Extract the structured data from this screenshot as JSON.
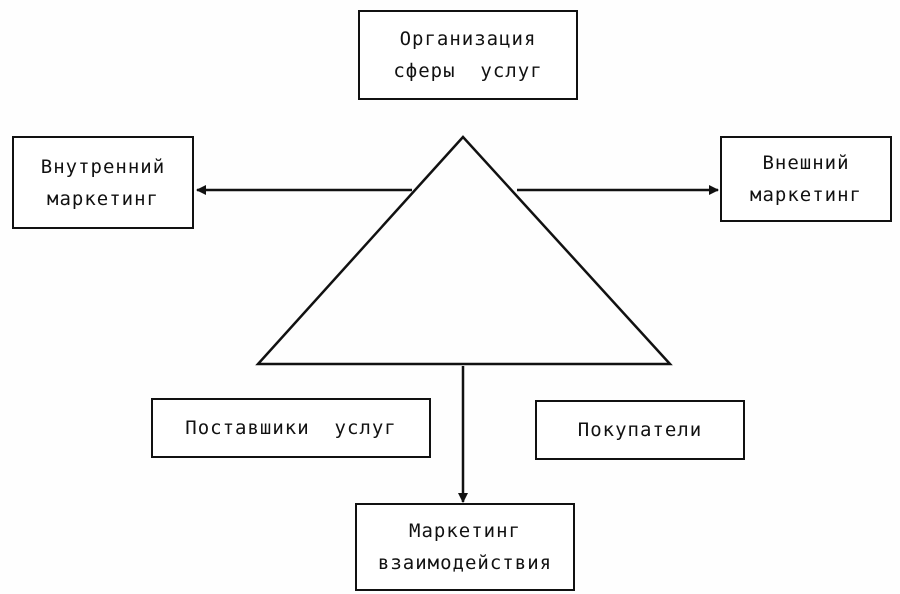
{
  "diagram": {
    "top_box": {
      "line1": "Организация",
      "line2": "сферы  услуг"
    },
    "internal_box": {
      "line1": "Внутренний",
      "line2": "маркетинг"
    },
    "external_box": {
      "line1": "Внешний",
      "line2": "маркетинг"
    },
    "suppliers_box": {
      "label": "Поставшики  услуг"
    },
    "buyers_box": {
      "label": "Покупатели"
    },
    "interaction_box": {
      "line1": "Маркетинг",
      "line2": "взаимодействия"
    }
  },
  "colors": {
    "stroke": "#111111",
    "background": "#fefefe"
  }
}
